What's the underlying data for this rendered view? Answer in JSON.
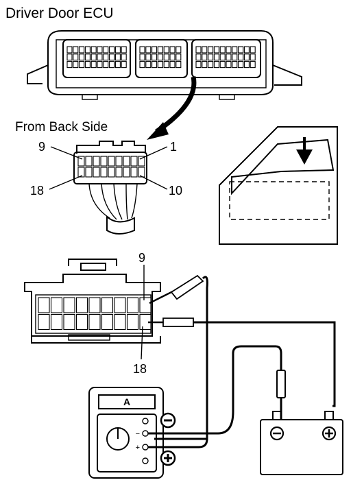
{
  "title": "Driver Door ECU",
  "back_side_label": "From Back Side",
  "pins": {
    "top_left": "9",
    "top_right": "1",
    "bottom_left": "18",
    "bottom_right": "10",
    "lower_top": "9",
    "lower_bottom": "18"
  },
  "meter": {
    "display": "A"
  },
  "polarity": {
    "negative_sign": "−",
    "positive_sign": "+"
  }
}
